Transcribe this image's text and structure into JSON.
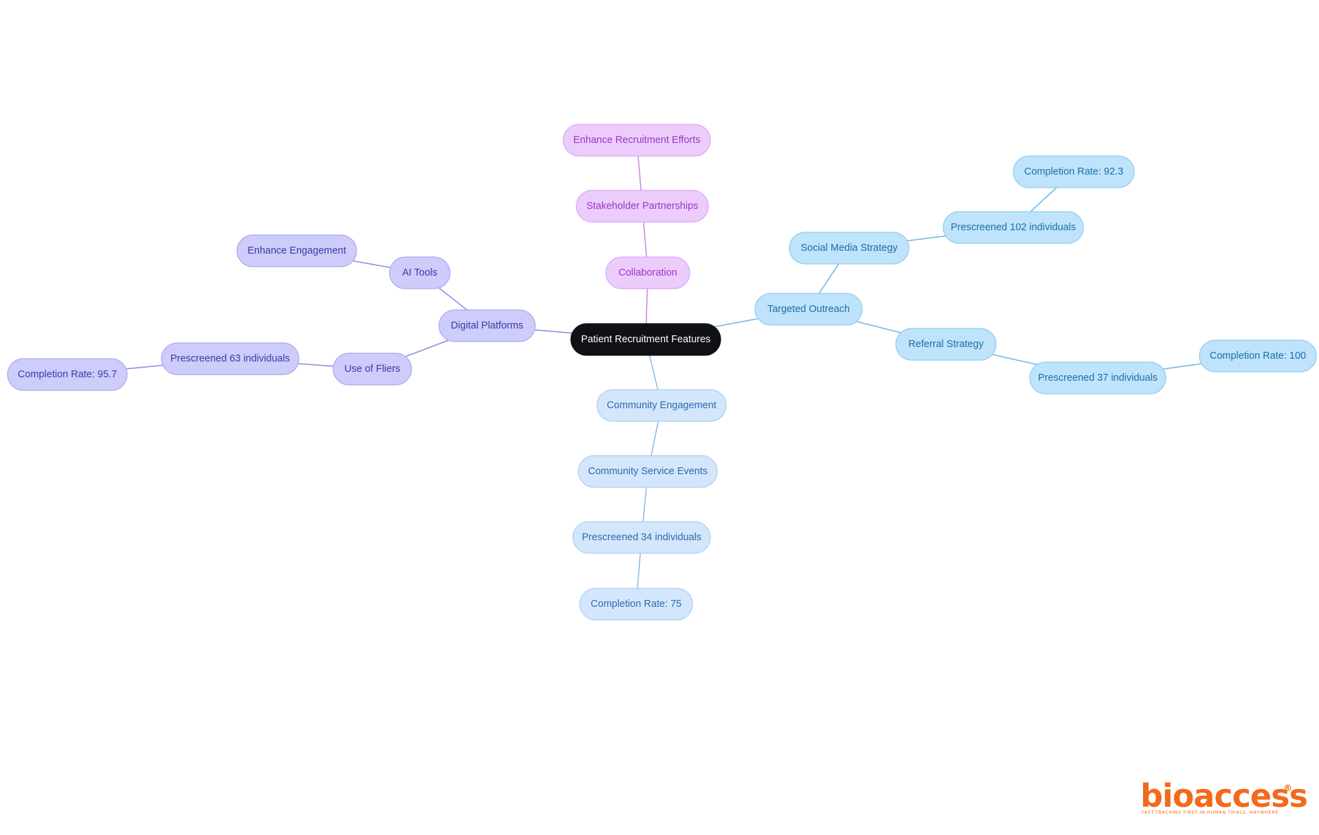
{
  "colors": {
    "root_fill": "#0f1117",
    "root_text": "#ffffff",
    "collaboration_fill": "#ecccfb",
    "collaboration_stroke": "#dca3f5",
    "collaboration_text": "#9b36c5",
    "collaboration_edge": "#c68ce8",
    "digital_fill": "#cdccfa",
    "digital_stroke": "#a9a7f0",
    "digital_text": "#3b3aa6",
    "digital_edge": "#8f8de6",
    "community_fill": "#d4e6fb",
    "community_stroke": "#a9cdf3",
    "community_text": "#2b6bb0",
    "community_edge": "#8dbce8",
    "outreach_fill": "#bfe3fb",
    "outreach_stroke": "#8cccf3",
    "outreach_text": "#1b6fa8",
    "outreach_edge": "#6cbbe8",
    "logo": "#f26a1b"
  },
  "nodes": {
    "root": {
      "label": "Patient Recruitment Features",
      "branch": "root"
    },
    "collaboration": {
      "label": "Collaboration",
      "branch": "collaboration"
    },
    "stakeholder_partnerships": {
      "label": "Stakeholder Partnerships",
      "branch": "collaboration"
    },
    "enhance_recruitment_efforts": {
      "label": "Enhance Recruitment Efforts",
      "branch": "collaboration"
    },
    "digital_platforms": {
      "label": "Digital Platforms",
      "branch": "digital"
    },
    "ai_tools": {
      "label": "AI Tools",
      "branch": "digital"
    },
    "enhance_engagement": {
      "label": "Enhance Engagement",
      "branch": "digital"
    },
    "use_of_fliers": {
      "label": "Use of Fliers",
      "branch": "digital"
    },
    "prescreened_63": {
      "label": "Prescreened 63 individuals",
      "branch": "digital"
    },
    "completion_95_7": {
      "label": "Completion Rate: 95.7",
      "branch": "digital"
    },
    "community_engagement": {
      "label": "Community Engagement",
      "branch": "community"
    },
    "community_service_events": {
      "label": "Community Service Events",
      "branch": "community"
    },
    "prescreened_34": {
      "label": "Prescreened 34 individuals",
      "branch": "community"
    },
    "completion_75": {
      "label": "Completion Rate: 75",
      "branch": "community"
    },
    "targeted_outreach": {
      "label": "Targeted Outreach",
      "branch": "outreach"
    },
    "social_media_strategy": {
      "label": "Social Media Strategy",
      "branch": "outreach"
    },
    "prescreened_102": {
      "label": "Prescreened 102 individuals",
      "branch": "outreach"
    },
    "completion_92_3": {
      "label": "Completion Rate: 92.3",
      "branch": "outreach"
    },
    "referral_strategy": {
      "label": "Referral Strategy",
      "branch": "outreach"
    },
    "prescreened_37": {
      "label": "Prescreened 37 individuals",
      "branch": "outreach"
    },
    "completion_100": {
      "label": "Completion Rate: 100",
      "branch": "outreach"
    }
  },
  "edges": [
    [
      "root",
      "collaboration"
    ],
    [
      "collaboration",
      "stakeholder_partnerships"
    ],
    [
      "stakeholder_partnerships",
      "enhance_recruitment_efforts"
    ],
    [
      "root",
      "digital_platforms"
    ],
    [
      "digital_platforms",
      "ai_tools"
    ],
    [
      "ai_tools",
      "enhance_engagement"
    ],
    [
      "digital_platforms",
      "use_of_fliers"
    ],
    [
      "use_of_fliers",
      "prescreened_63"
    ],
    [
      "prescreened_63",
      "completion_95_7"
    ],
    [
      "root",
      "community_engagement"
    ],
    [
      "community_engagement",
      "community_service_events"
    ],
    [
      "community_service_events",
      "prescreened_34"
    ],
    [
      "prescreened_34",
      "completion_75"
    ],
    [
      "root",
      "targeted_outreach"
    ],
    [
      "targeted_outreach",
      "social_media_strategy"
    ],
    [
      "social_media_strategy",
      "prescreened_102"
    ],
    [
      "prescreened_102",
      "completion_92_3"
    ],
    [
      "targeted_outreach",
      "referral_strategy"
    ],
    [
      "referral_strategy",
      "prescreened_37"
    ],
    [
      "prescreened_37",
      "completion_100"
    ]
  ],
  "logo": {
    "name": "bioaccess",
    "registered_mark": "®",
    "tagline": "FAST-TRACKING FIRST-IN-HUMAN TRIALS, ANYWHERE"
  }
}
